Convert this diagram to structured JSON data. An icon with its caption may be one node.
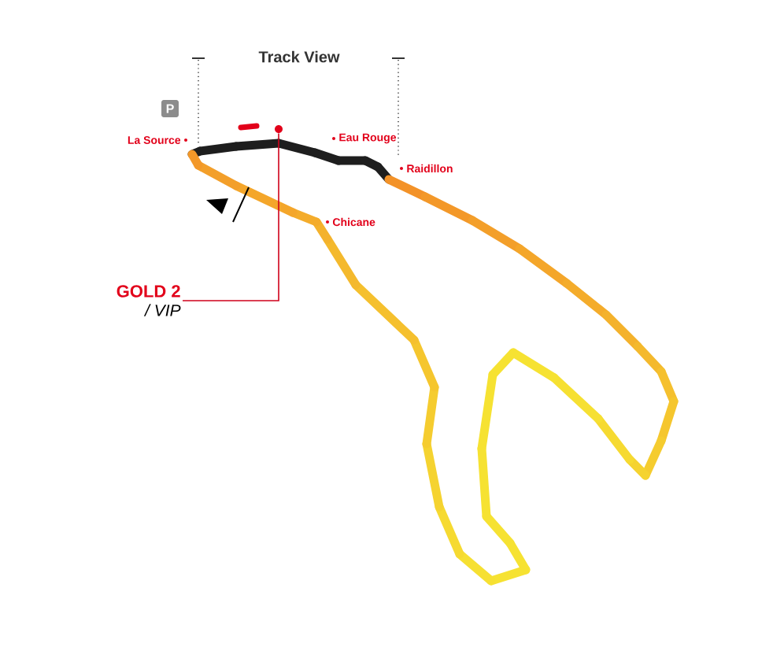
{
  "diagram": {
    "title": "Track View",
    "nodes": [
      {
        "text": [
          "GOLD 2",
          "/ VIP"
        ]
      },
      {
        "text": [],
        "shape": "circle"
      },
      {
        "text": [
          "P"
        ]
      }
    ],
    "edges": [
      {
        "from": 0,
        "to": 1,
        "arrow": "none",
        "color": "#d0021b"
      }
    ],
    "labels": [
      "La Source",
      "Eau Rouge",
      "Raidillon",
      "Chicane"
    ]
  }
}
